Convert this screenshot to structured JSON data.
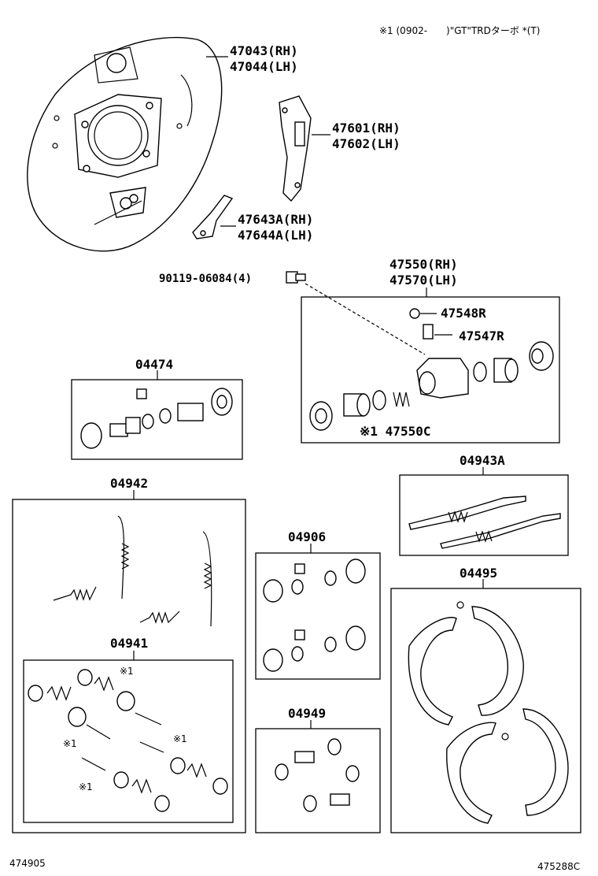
{
  "note": "※1 (0902-　　)\"GT\"TRDターボ *(T)",
  "labels": {
    "l47043": "47043(RH)",
    "l47044": "47044(LH)",
    "l47601": "47601(RH)",
    "l47602": "47602(LH)",
    "l47643": "47643A(RH)",
    "l47644": "47644A(LH)",
    "l47550": "47550(RH)",
    "l47570": "47570(LH)",
    "bolt": "90119-06084(4)",
    "l47548": "47548R",
    "l47547": "47547R",
    "l47550c": "※1 47550C",
    "l04474": "04474",
    "l04943a": "04943A",
    "l04942": "04942",
    "l04906": "04906",
    "l04495": "04495",
    "l04941": "04941",
    "l04949": "04949",
    "mark1": "※1",
    "mark2": "※1",
    "mark3": "※1",
    "mark4": "※1"
  },
  "footer": {
    "left": "474905",
    "right": "475288C"
  }
}
